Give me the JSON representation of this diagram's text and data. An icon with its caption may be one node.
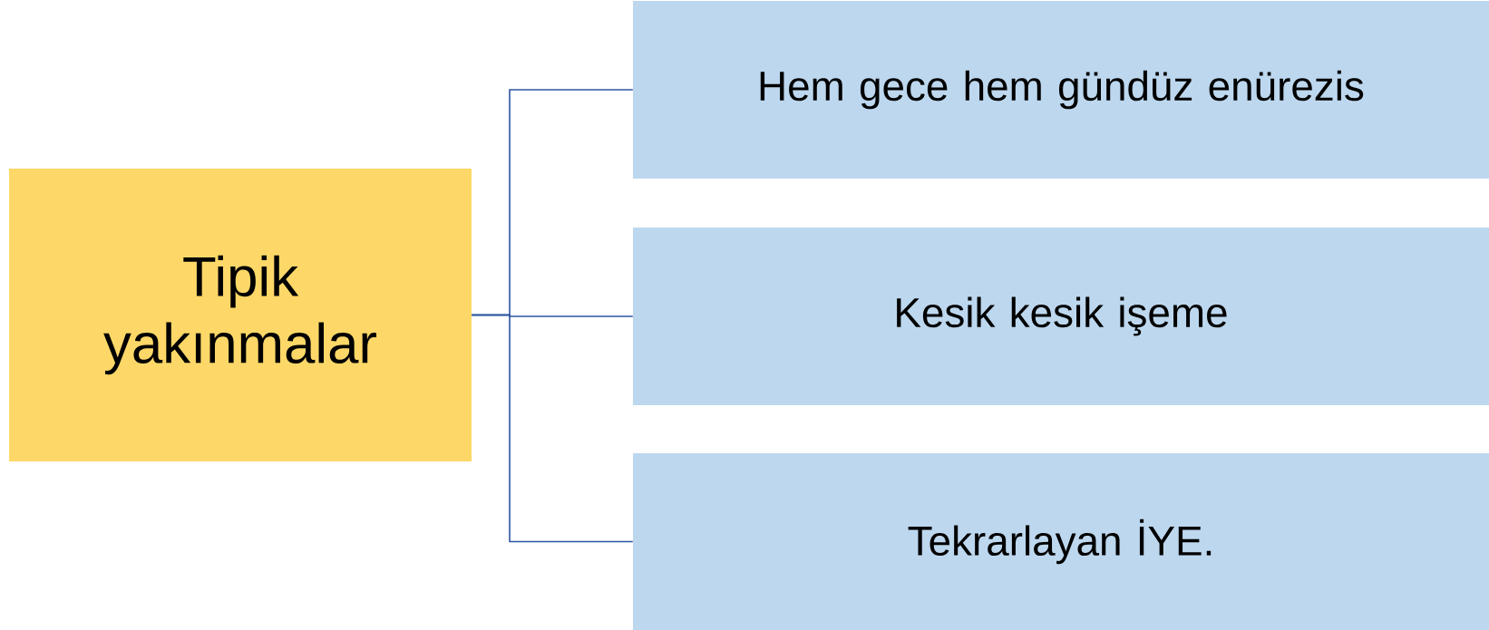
{
  "diagram": {
    "nodes": [
      {
        "text": [
          "Tipik yakınmalar"
        ]
      },
      {
        "text": [
          "Hem gece hem gündüz enürezis"
        ]
      },
      {
        "text": [
          "Kesik kesik işeme"
        ]
      },
      {
        "text": [
          "Tekrarlayan İYE."
        ]
      }
    ],
    "edges": [
      {
        "from": 0,
        "to": 1,
        "arrow": "none"
      },
      {
        "from": 0,
        "to": 2,
        "arrow": "none"
      },
      {
        "from": 0,
        "to": 3,
        "arrow": "none"
      }
    ]
  }
}
